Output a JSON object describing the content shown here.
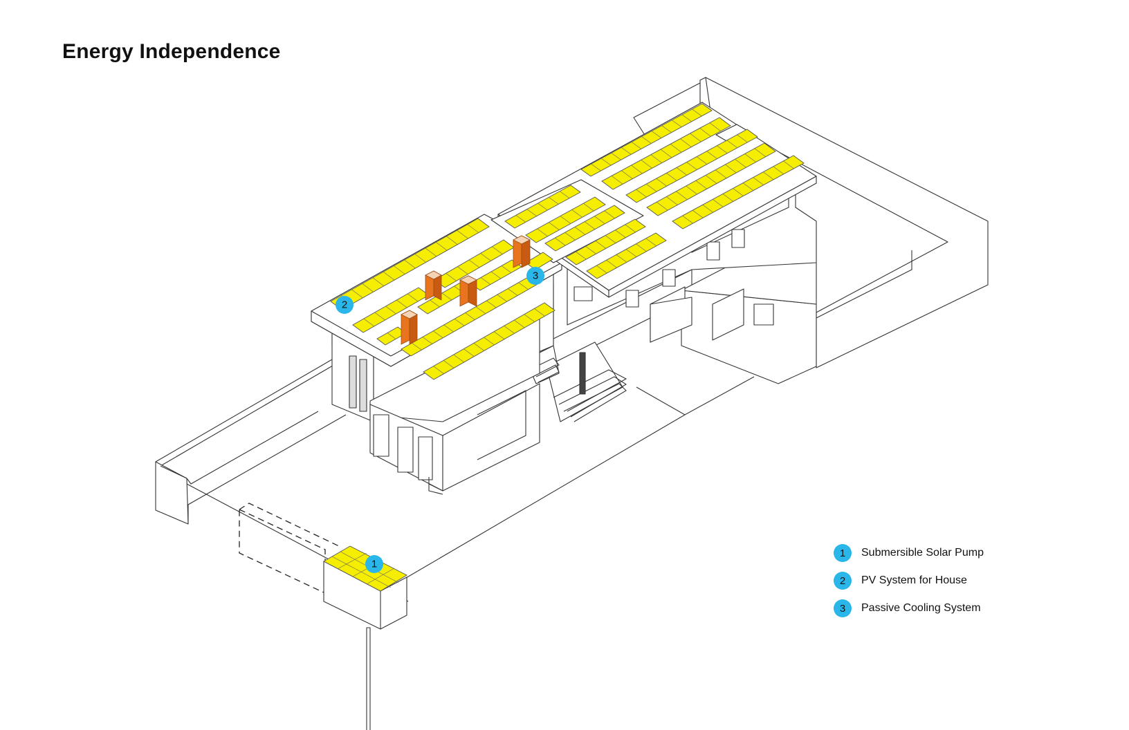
{
  "title": "Energy Independence",
  "legend": [
    {
      "number": "1",
      "label": "Submersible Solar Pump"
    },
    {
      "number": "2",
      "label": "PV System for House"
    },
    {
      "number": "3",
      "label": "Passive Cooling System"
    }
  ],
  "markers": [
    "1",
    "2",
    "3"
  ],
  "colors": {
    "solar_panel": "#f6ee00",
    "chimney": "#e8741e",
    "marker": "#2bb6ea",
    "linework": "#333333"
  }
}
